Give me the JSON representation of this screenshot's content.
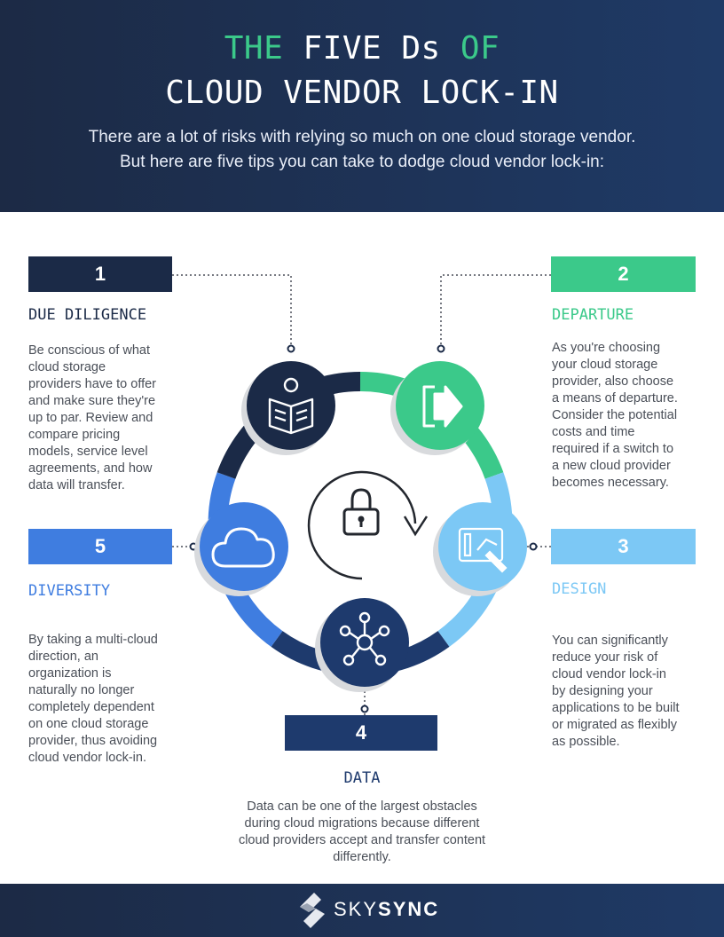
{
  "header": {
    "title_line1": [
      "THE",
      "FIVE Ds",
      "OF"
    ],
    "title_line2": "CLOUD VENDOR LOCK-IN",
    "intro_line1": "There are a lot of risks with relying so much on one cloud storage vendor.",
    "intro_line2": "But here are five tips you can take to dodge cloud vendor lock-in:"
  },
  "steps": [
    {
      "number": "1",
      "heading": "DUE DILIGENCE",
      "body": [
        "Be conscious of what",
        "cloud storage",
        "providers have to offer",
        "and make sure they're",
        "up to par. Review and",
        "compare pricing",
        "models, service level",
        "agreements, and how",
        "data will transfer."
      ],
      "icon": "book-reader-icon",
      "color": "#1b2a47"
    },
    {
      "number": "2",
      "heading": "DEPARTURE",
      "body": [
        "As you're choosing",
        "your cloud storage",
        "provider, also choose",
        "a means of departure.",
        "Consider the potential",
        "costs and time",
        "required if a switch to",
        "a new cloud provider",
        "becomes necessary."
      ],
      "icon": "exit-icon",
      "color": "#3bc98a"
    },
    {
      "number": "3",
      "heading": "DESIGN",
      "body": [
        "You can significantly",
        "reduce your risk of",
        "cloud vendor lock-in",
        "by designing your",
        "applications to be built",
        "or migrated as flexibly",
        "as possible."
      ],
      "icon": "design-tablet-icon",
      "color": "#7cc8f5"
    },
    {
      "number": "4",
      "heading": "DATA",
      "body": [
        "Data can be one of the largest obstacles",
        "during cloud migrations because different",
        "cloud providers accept and transfer content",
        "differently."
      ],
      "icon": "network-nodes-icon",
      "color": "#1e3a6d"
    },
    {
      "number": "5",
      "heading": "DIVERSITY",
      "body": [
        "By taking a multi-cloud",
        "direction, an",
        "organization is",
        "naturally no longer",
        "completely dependent",
        "on one cloud storage",
        "provider, thus avoiding",
        "cloud vendor lock-in."
      ],
      "icon": "cloud-icon",
      "color": "#3f7de0"
    }
  ],
  "center_icon": "lock-icon",
  "footer": {
    "brand_light": "SKY",
    "brand_bold": "SYNC",
    "logo": "skysync-logo-icon"
  }
}
